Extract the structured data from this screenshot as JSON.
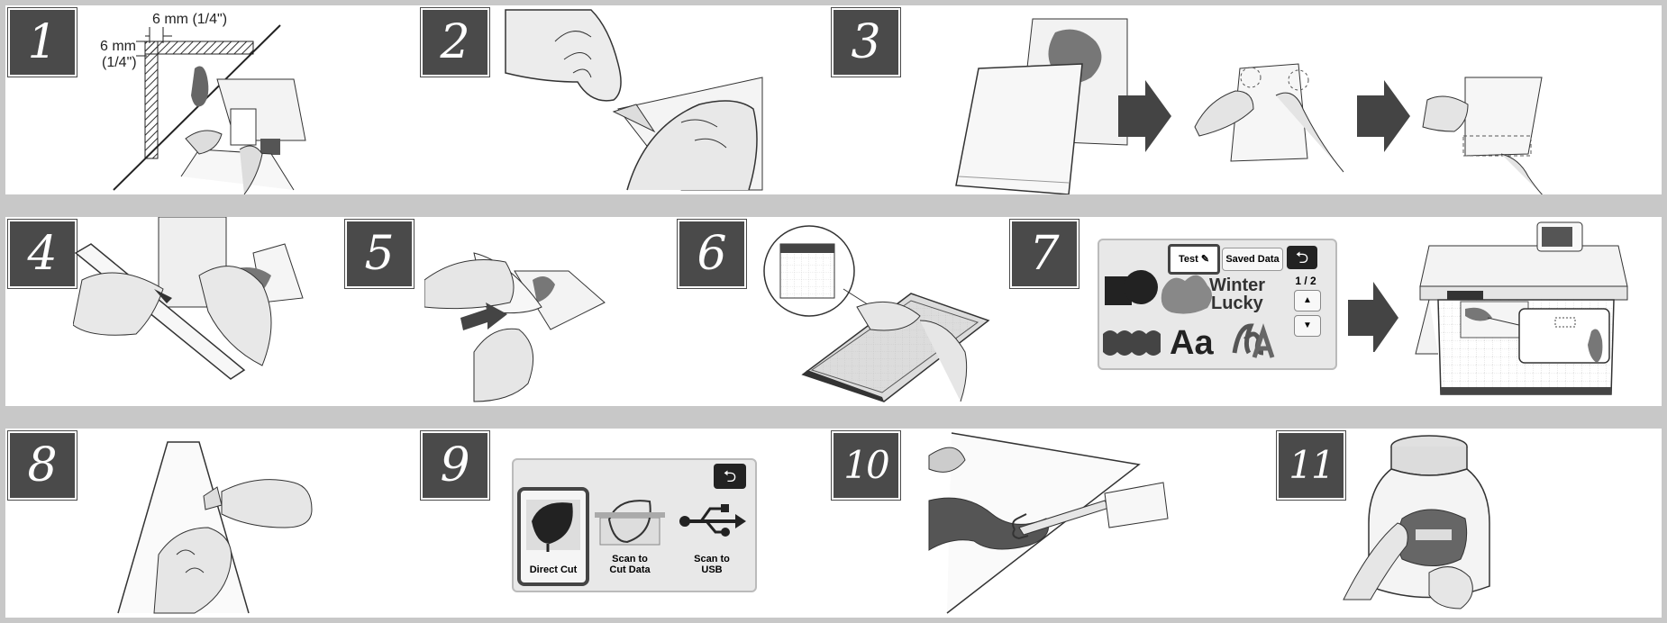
{
  "steps": [
    {
      "number": "1",
      "dimensions": {
        "horizontal": "6 mm (1/4\")",
        "vertical_mm": "6 mm",
        "vertical_in": "(1/4\")"
      }
    },
    {
      "number": "2"
    },
    {
      "number": "3"
    },
    {
      "number": "4"
    },
    {
      "number": "5"
    },
    {
      "number": "6"
    },
    {
      "number": "7",
      "screen": {
        "test_button": "Test",
        "saved_data_button": "Saved Data",
        "page_indicator": "1 / 2",
        "pattern_text_1": "Winter",
        "pattern_text_2": "Lucky",
        "font_sample": "Aa"
      }
    },
    {
      "number": "8"
    },
    {
      "number": "9",
      "screen": {
        "direct_cut": "Direct Cut",
        "scan_to_cut_line1": "Scan to",
        "scan_to_cut_line2": "Cut Data",
        "scan_to_usb_line1": "Scan to",
        "scan_to_usb_line2": "USB"
      }
    },
    {
      "number": "10"
    },
    {
      "number": "11"
    }
  ],
  "colors": {
    "background": "#c8c8c8",
    "panel": "#ffffff",
    "badge": "#4a4a4a",
    "arrow": "#444444",
    "screen": "#e8e8e8"
  }
}
